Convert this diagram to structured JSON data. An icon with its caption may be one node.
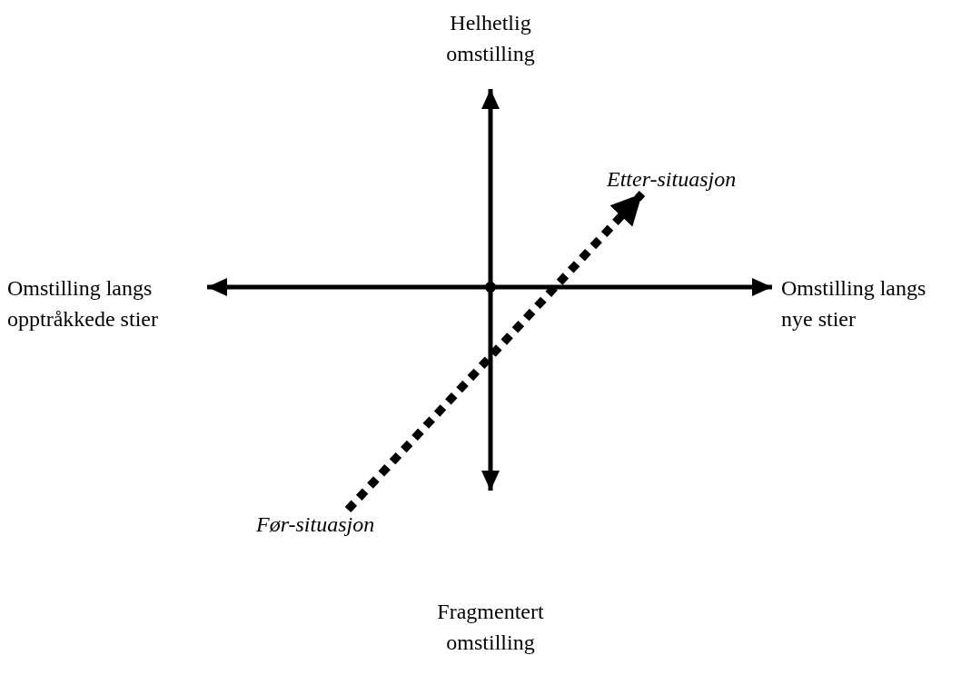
{
  "diagram": {
    "nodes": [
      {
        "text": [
          "Helhetlig omstilling"
        ]
      },
      {
        "text": [
          "Etter-situasjon"
        ]
      },
      {
        "text": [
          "Omstilling langs opptråkkede stier"
        ]
      },
      {
        "text": [
          "Omstilling langs nye stier"
        ]
      },
      {
        "text": [
          "Før-situasjon"
        ]
      },
      {
        "text": [
          "Fragmentert omstilling"
        ]
      }
    ],
    "edges": [
      {
        "from": 4,
        "to": 1,
        "arrow": "to",
        "style": "dashed"
      }
    ]
  }
}
